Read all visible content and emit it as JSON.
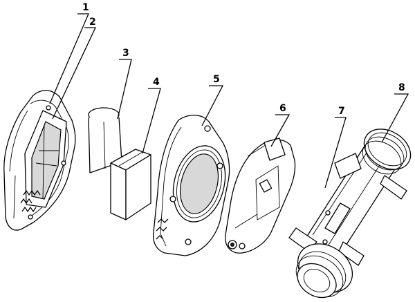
{
  "figure": {
    "part_labels": [
      "1",
      "2",
      "3",
      "4",
      "5",
      "6",
      "7",
      "8"
    ]
  }
}
